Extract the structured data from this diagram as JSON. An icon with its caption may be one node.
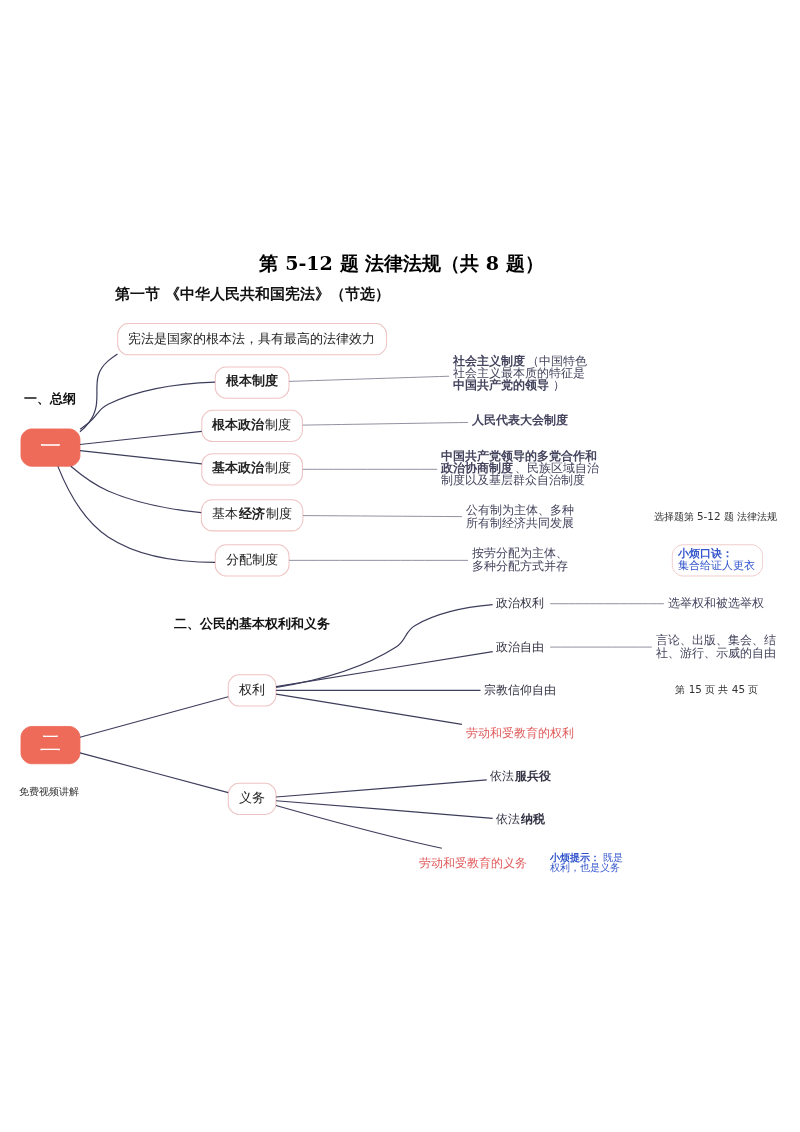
{
  "diagram": {
    "title": "第 5-12 题 法律法规（共 8 题）",
    "nodes": [
      {
        "text": [
          "一"
        ]
      },
      {
        "text": [
          "宪法是国家的根本法，具有最高的法律效力"
        ]
      },
      {
        "text": [
          "根本制度"
        ]
      },
      {
        "text": [
          "**社会主义制度**（中国特色社会主义最本质的特征是**中国共产党的领导**）"
        ]
      },
      {
        "text": [
          "**根本政治**制度"
        ]
      },
      {
        "text": [
          "人民代表大会制度"
        ]
      },
      {
        "text": [
          "**基本政治**制度"
        ]
      },
      {
        "text": [
          "**中国共产党领导的多党合作和政治协商制度**、民族区域自治制度以及基层群众自治制度"
        ]
      },
      {
        "text": [
          "基本**经济**制度"
        ]
      },
      {
        "text": [
          "公有制为主体、多种所有制经济共同发展"
        ]
      },
      {
        "text": [
          "分配制度"
        ]
      },
      {
        "text": [
          "按劳分配为主体、多种分配方式并存"
        ]
      },
      {
        "text": [
          "小烦口诀：",
          "集合给证人更衣"
        ]
      },
      {
        "text": [
          "二"
        ]
      },
      {
        "text": [
          "权利"
        ]
      },
      {
        "text": [
          "政治权利"
        ]
      },
      {
        "text": [
          "选举权和被选举权"
        ]
      },
      {
        "text": [
          "政治自由"
        ]
      },
      {
        "text": [
          "言论、出版、集会、结社、游行、示威的自由"
        ]
      },
      {
        "text": [
          "宗教信仰自由"
        ]
      },
      {
        "text": [
          "劳动和受教育的权利"
        ]
      },
      {
        "text": [
          "义务"
        ]
      },
      {
        "text": [
          "依法**服兵役**"
        ]
      },
      {
        "text": [
          "依法**纳税**"
        ]
      },
      {
        "text": [
          "劳动和受教育的义务"
        ],
        "beside": [
          "**小烦提示：**既是权利，也是义务"
        ]
      }
    ],
    "edges": [
      {
        "from": 0,
        "to": 1,
        "arrow": "none"
      },
      {
        "from": 0,
        "to": 2,
        "arrow": "none"
      },
      {
        "from": 0,
        "to": 4,
        "arrow": "none"
      },
      {
        "from": 0,
        "to": 6,
        "arrow": "none"
      },
      {
        "from": 0,
        "to": 8,
        "arrow": "none"
      },
      {
        "from": 0,
        "to": 10,
        "arrow": "none"
      },
      {
        "from": 2,
        "to": 3,
        "arrow": "none",
        "color": "#8c8c9c"
      },
      {
        "from": 4,
        "to": 5,
        "arrow": "none",
        "color": "#8c8c9c"
      },
      {
        "from": 6,
        "to": 7,
        "arrow": "none",
        "color": "#8c8c9c"
      },
      {
        "from": 8,
        "to": 9,
        "arrow": "none",
        "color": "#8c8c9c"
      },
      {
        "from": 10,
        "to": 11,
        "arrow": "none",
        "color": "#8c8c9c"
      },
      {
        "from": 13,
        "to": 14,
        "arrow": "none"
      },
      {
        "from": 13,
        "to": 21,
        "arrow": "none"
      },
      {
        "from": 14,
        "to": 15,
        "arrow": "none"
      },
      {
        "from": 14,
        "to": 17,
        "arrow": "none"
      },
      {
        "from": 14,
        "to": 19,
        "arrow": "none"
      },
      {
        "from": 14,
        "to": 20,
        "arrow": "none"
      },
      {
        "from": 15,
        "to": 16,
        "arrow": "none",
        "color": "#8c8c9c"
      },
      {
        "from": 17,
        "to": 18,
        "arrow": "none",
        "color": "#8c8c9c"
      },
      {
        "from": 21,
        "to": 22,
        "arrow": "none"
      },
      {
        "from": 21,
        "to": 23,
        "arrow": "none"
      },
      {
        "from": 21,
        "to": 24,
        "arrow": "none"
      }
    ],
    "labels": [
      "选择题第 5-12 题 法律法规",
      "第一节 《中华人民共和国宪法》（节选）",
      "一、总纲",
      "二、公民的基本权利和义务",
      "免费视频讲解",
      "第 15 页 共 45 页"
    ]
  }
}
